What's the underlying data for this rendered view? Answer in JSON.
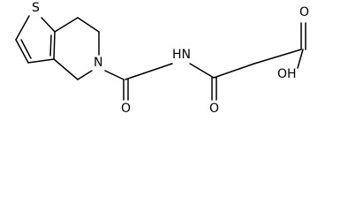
{
  "labels": {
    "s": "S",
    "n": "N",
    "nh": "HN",
    "o_urea": "O",
    "o_ketone": "O",
    "o_acid": "O",
    "oh": "OH"
  }
}
